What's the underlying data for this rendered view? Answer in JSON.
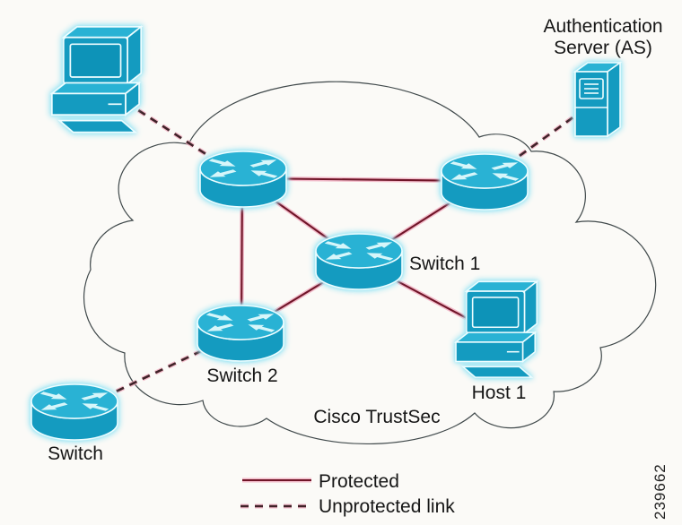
{
  "figure": {
    "cloud_label": "Cisco TrustSec",
    "number": "239662"
  },
  "nodes": {
    "endpoint_workstation": {
      "type": "workstation"
    },
    "authentication_server": {
      "type": "server",
      "label_line1": "Authentication",
      "label_line2": "Server (AS)"
    },
    "switch_top_left": {
      "type": "switch"
    },
    "switch_top_right": {
      "type": "switch"
    },
    "switch_1": {
      "type": "switch",
      "label": "Switch 1"
    },
    "switch_2": {
      "type": "switch",
      "label": "Switch 2"
    },
    "switch_outside": {
      "type": "switch",
      "label": "Switch"
    },
    "host_1": {
      "type": "workstation",
      "label": "Host 1"
    }
  },
  "links": {
    "protected": [
      [
        "switch_top_left",
        "switch_top_right"
      ],
      [
        "switch_top_left",
        "switch_1"
      ],
      [
        "switch_top_left",
        "switch_2"
      ],
      [
        "switch_top_right",
        "switch_1"
      ],
      [
        "switch_1",
        "switch_2"
      ],
      [
        "switch_1",
        "host_1"
      ]
    ],
    "unprotected": [
      [
        "endpoint_workstation",
        "switch_top_left"
      ],
      [
        "switch_top_right",
        "authentication_server"
      ],
      [
        "switch_2",
        "switch_outside"
      ]
    ]
  },
  "legend": {
    "protected_label": "Protected",
    "unprotected_label": "Unprotected link"
  },
  "colors": {
    "background": "#fbfaf7",
    "label_text": "#161616",
    "cloud_outline": "#40494b",
    "device_fill": "#149bc0",
    "device_top": "#29b2d4",
    "device_screen": "#0d93b8",
    "device_arrow": "#d6f6fa",
    "device_outline": "#edfdff",
    "protected_link": "#701528",
    "unprotected_link": "#402228",
    "link_halo": "#f0abbe",
    "glow": "#9fe6f4"
  }
}
